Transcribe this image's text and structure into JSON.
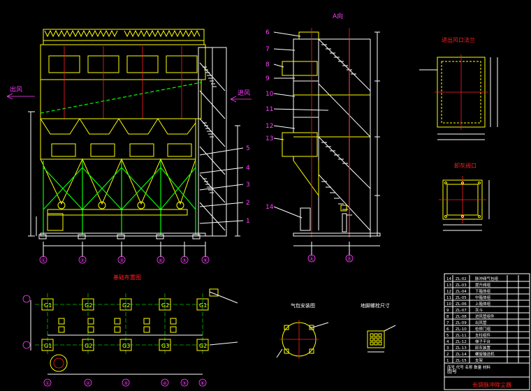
{
  "elevation": {
    "inlet_label": "出风",
    "outlet_label": "进风",
    "axis_labels": [
      "①",
      "②",
      "③",
      "④",
      "⑤",
      "⑥"
    ],
    "callouts": [
      "5",
      "4",
      "3",
      "2",
      "1"
    ]
  },
  "side_view": {
    "title": "A向",
    "callouts": [
      "6",
      "7",
      "8",
      "9",
      "10",
      "11",
      "12",
      "13",
      "14"
    ],
    "axis_labels": [
      "Ⓐ",
      "Ⓑ"
    ]
  },
  "detail_top": {
    "title": "进出风口法兰"
  },
  "detail_mid": {
    "title": "卸灰阀口"
  },
  "foundation": {
    "title": "基础布置图",
    "columns_top": [
      "G1",
      "G2",
      "G2",
      "G2",
      "G1"
    ],
    "columns_bottom": [
      "G1",
      "G2",
      "G3",
      "G3",
      "G2"
    ],
    "axis_labels": [
      "①",
      "②",
      "③",
      "④",
      "⑤",
      "⑥"
    ]
  },
  "detail_round": {
    "title": "气包安装图"
  },
  "detail_small": {
    "title": "地脚螺栓尺寸"
  },
  "title_block": {
    "rows": [
      {
        "no": "14",
        "code": "ZL-02",
        "name": "脉冲阀气包组"
      },
      {
        "no": "13",
        "code": "ZL-03",
        "name": "提升阀组"
      },
      {
        "no": "12",
        "code": "ZL-04",
        "name": "下箱体组"
      },
      {
        "no": "11",
        "code": "ZL-05",
        "name": "中箱体组"
      },
      {
        "no": "10",
        "code": "ZL-06",
        "name": "上箱体组"
      },
      {
        "no": "9",
        "code": "ZL-07",
        "name": "灰斗"
      },
      {
        "no": "8",
        "code": "ZL-08",
        "name": "进风管组件"
      },
      {
        "no": "7",
        "code": "ZL-09",
        "name": "出风管"
      },
      {
        "no": "6",
        "code": "ZL-10",
        "name": "检修门组"
      },
      {
        "no": "5",
        "code": "ZL-11",
        "name": "支柱组件"
      },
      {
        "no": "4",
        "code": "ZL-12",
        "name": "梯子平台"
      },
      {
        "no": "3",
        "code": "ZL-13",
        "name": "卸灰装置"
      },
      {
        "no": "2",
        "code": "ZL-14",
        "name": "螺旋输送机"
      },
      {
        "no": "1",
        "code": "ZL-15",
        "name": "支架"
      }
    ],
    "header": "序号 代号 名称 数量 材料",
    "footer_name": "长袋脉冲除尘器",
    "footer_label": "图号"
  }
}
